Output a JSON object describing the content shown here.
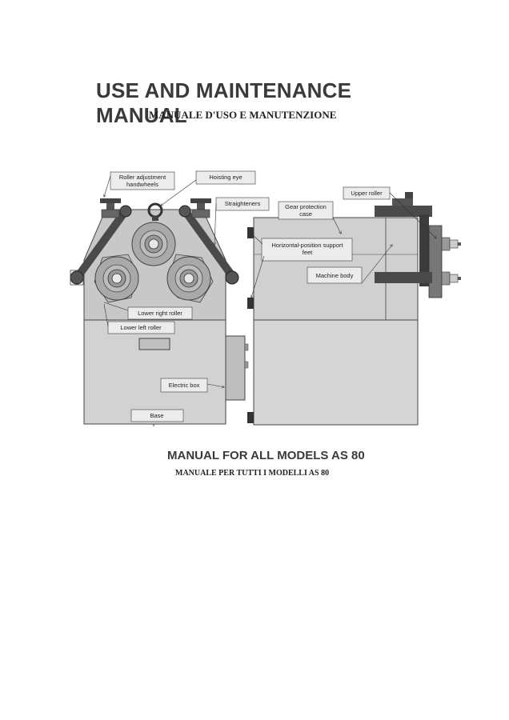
{
  "header": {
    "title": "USE AND MAINTENANCE MANUAL",
    "subtitle": "MANUALE D'USO E MANUTENZIONE"
  },
  "drawing": {
    "labels": {
      "roller_adjustment_1": "Roller adjustment",
      "roller_adjustment_2": "handwheels",
      "hoisting_eye": "Hoisting eye",
      "straighteners": "Straighteners",
      "gear_protection_1": "Gear protection",
      "gear_protection_2": "case",
      "upper_roller": "Upper roller",
      "horizontal_support_1": "Horizontal-position support",
      "horizontal_support_2": "feet",
      "machine_body": "Machine body",
      "lower_right_roller": "Lower right roller",
      "lower_left_roller": "Lower left roller",
      "electric_box": "Electric box",
      "base": "Base"
    }
  },
  "footer": {
    "title": "MANUAL FOR ALL MODELS AS 80",
    "subtitle": "MANUALE PER TUTTI I MODELLI AS 80"
  }
}
